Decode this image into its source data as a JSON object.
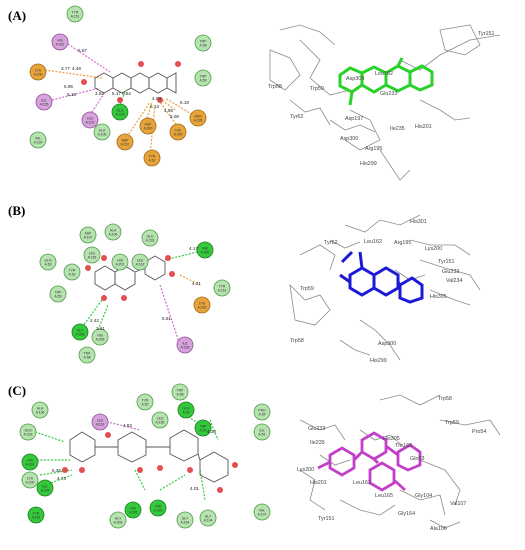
{
  "panels": [
    {
      "label": "(A)",
      "residues": [
        {
          "name": "TYR",
          "num": "A:151",
          "kind": "vdw"
        },
        {
          "name": "HIS",
          "num": "A:301",
          "kind": "pi"
        },
        {
          "name": "LYS",
          "num": "A:200",
          "kind": "charge"
        },
        {
          "name": "ILE",
          "num": "A:235",
          "kind": "pi"
        },
        {
          "name": "VAL",
          "num": "A:234",
          "kind": "vdw"
        },
        {
          "name": "LEU",
          "num": "A:102",
          "kind": "pi"
        },
        {
          "name": "ALA",
          "num": "A:106",
          "kind": "vdw"
        },
        {
          "name": "GLU",
          "num": "A:233",
          "kind": "hbond"
        },
        {
          "name": "ASP",
          "num": "A:197",
          "kind": "charge"
        },
        {
          "name": "ASP",
          "num": "A:300",
          "kind": "charge"
        },
        {
          "name": "TYR",
          "num": "A:62",
          "kind": "charge"
        },
        {
          "name": "HIS",
          "num": "A:299",
          "kind": "charge"
        },
        {
          "name": "ARG",
          "num": "A:195",
          "kind": "charge"
        },
        {
          "name": "TRP",
          "num": "A:58",
          "kind": "vdw"
        },
        {
          "name": "TRP",
          "num": "A:59",
          "kind": "vdw"
        }
      ],
      "distances": [
        "6.57",
        "3.77",
        "4.49",
        "5.95",
        "5.13",
        "3.52",
        "5.17",
        "5.84",
        "4.04",
        "6.18",
        "5.08",
        "4.95",
        "5.13"
      ],
      "labels3d": [
        "Tyr151",
        "Trp58",
        "Trp59",
        "Tyr62",
        "Asp300",
        "Leu162",
        "Glu233",
        "Asp197",
        "Asp300",
        "Ile235",
        "His201",
        "Arg195",
        "His299"
      ]
    },
    {
      "label": "(B)",
      "residues": [
        {
          "name": "ASP",
          "num": "A:197",
          "kind": "vdw"
        },
        {
          "name": "ALA",
          "num": "A:106",
          "kind": "vdw"
        },
        {
          "name": "GLU",
          "num": "A:233",
          "kind": "vdw"
        },
        {
          "name": "LEU",
          "num": "A:165",
          "kind": "vdw"
        },
        {
          "name": "HIS",
          "num": "A:201",
          "kind": "vdw"
        },
        {
          "name": "LEU",
          "num": "A:162",
          "kind": "vdw"
        },
        {
          "name": "TYR",
          "num": "A:62",
          "kind": "vdw"
        },
        {
          "name": "GLN",
          "num": "A:63",
          "kind": "vdw"
        },
        {
          "name": "HIS",
          "num": "A:305",
          "kind": "hbond"
        },
        {
          "name": "TYR",
          "num": "A:151",
          "kind": "vdw"
        },
        {
          "name": "TRP",
          "num": "A:59",
          "kind": "vdw"
        },
        {
          "name": "GLY",
          "num": "A:306",
          "kind": "hbond"
        },
        {
          "name": "HIS",
          "num": "A:299",
          "kind": "vdw"
        },
        {
          "name": "TRP",
          "num": "A:58",
          "kind": "vdw"
        },
        {
          "name": "LYS",
          "num": "A:200",
          "kind": "charge"
        },
        {
          "name": "ILE",
          "num": "A:235",
          "kind": "pi"
        }
      ],
      "distances": [
        "4.17",
        "4.21",
        "5.61",
        "2.42",
        "2.61"
      ],
      "labels3d": [
        "His301",
        "Tyr62",
        "Leu162",
        "Arg195",
        "Lys200",
        "Tyr151",
        "Glu233",
        "Val234",
        "His305",
        "Trp59",
        "Trp58",
        "Asp300",
        "His299"
      ]
    },
    {
      "label": "(C)",
      "residues": [
        {
          "name": "ALA",
          "num": "A:106",
          "kind": "vdw"
        },
        {
          "name": "GLN",
          "num": "A:233",
          "kind": "vdw"
        },
        {
          "name": "HIS",
          "num": "A:201",
          "kind": "hbond"
        },
        {
          "name": "LYS",
          "num": "A:200",
          "kind": "vdw"
        },
        {
          "name": "ILE",
          "num": "A:235",
          "kind": "hbond"
        },
        {
          "name": "TYR",
          "num": "A:151",
          "kind": "hbond"
        },
        {
          "name": "LEU",
          "num": "A:162",
          "kind": "pi"
        },
        {
          "name": "TYR",
          "num": "A:62",
          "kind": "vdw"
        },
        {
          "name": "TRP",
          "num": "A:58",
          "kind": "vdw"
        },
        {
          "name": "GLN",
          "num": "A:63",
          "kind": "hbond"
        },
        {
          "name": "LEU",
          "num": "A:165",
          "kind": "vdw"
        },
        {
          "name": "TRP",
          "num": "A:59",
          "kind": "hbond"
        },
        {
          "name": "PRO",
          "num": "A:54",
          "kind": "vdw"
        },
        {
          "name": "ILE",
          "num": "A:51",
          "kind": "vdw"
        },
        {
          "name": "GLY",
          "num": "A:306",
          "kind": "vdw"
        },
        {
          "name": "HIS",
          "num": "A:305",
          "kind": "hbond"
        },
        {
          "name": "THR",
          "num": "A:163",
          "kind": "hbond"
        },
        {
          "name": "GLY",
          "num": "A:164",
          "kind": "vdw"
        },
        {
          "name": "GLY",
          "num": "A:104",
          "kind": "vdw"
        },
        {
          "name": "VAL",
          "num": "A:107",
          "kind": "vdw"
        }
      ],
      "distances": [
        "4.83",
        "4.30",
        "5.36",
        "4.73",
        "4.01"
      ],
      "labels3d": [
        "Trp58",
        "Glu233",
        "Trp59",
        "Ile235",
        "His305",
        "Thr163",
        "Pro54",
        "Gln63",
        "Lys200",
        "His201",
        "Leu162",
        "Leu165",
        "Gly104",
        "Val107",
        "Tyr151",
        "Gly164",
        "Ala106"
      ]
    }
  ],
  "colors": {
    "vdw": "#b6e3b0",
    "vdwStroke": "#4f9a4a",
    "hbond": "#33c93b",
    "hbondStroke": "#1c7d22",
    "charge": "#e7a43b",
    "chargeStroke": "#a56813",
    "pi": "#d6a3dc",
    "piStroke": "#8e4f96",
    "piStrong": "#cf4fa9",
    "ligandA": "#21c21d",
    "ligandB": "#1b1ad6",
    "ligandC": "#c33fc9"
  }
}
